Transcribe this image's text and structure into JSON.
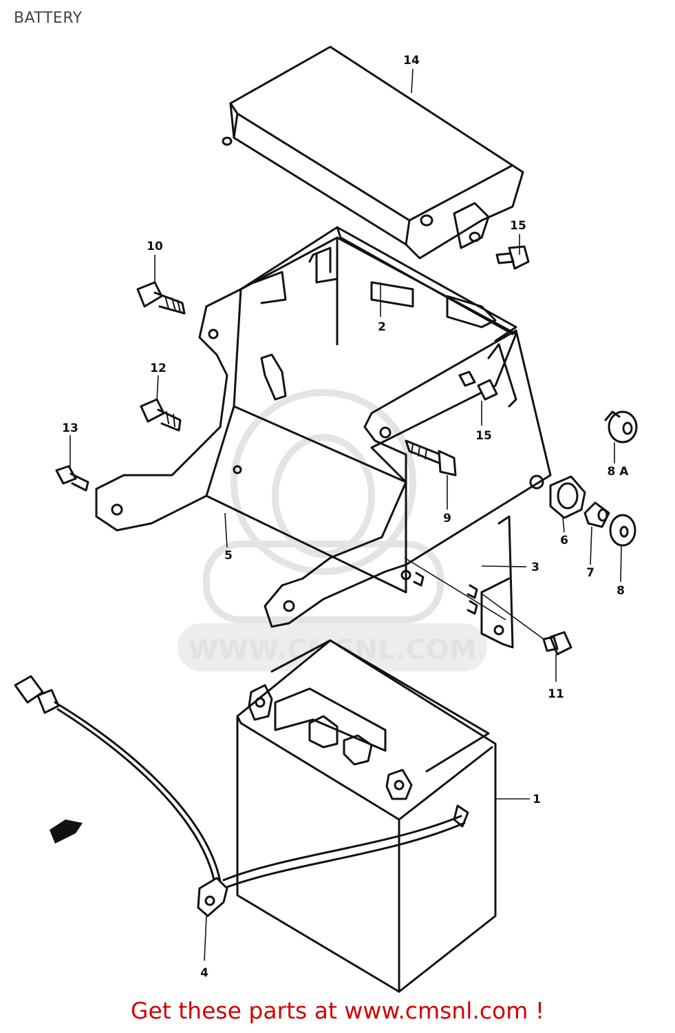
{
  "page": {
    "title": "BATTERY"
  },
  "watermark": {
    "text": "WWW.CMSNL.COM"
  },
  "callouts": [
    {
      "id": "part-1",
      "label": "1"
    },
    {
      "id": "part-2",
      "label": "2"
    },
    {
      "id": "part-3",
      "label": "3"
    },
    {
      "id": "part-4",
      "label": "4"
    },
    {
      "id": "part-5",
      "label": "5"
    },
    {
      "id": "part-6",
      "label": "6"
    },
    {
      "id": "part-7",
      "label": "7"
    },
    {
      "id": "part-8",
      "label": "8"
    },
    {
      "id": "part-8a",
      "label": "8 A"
    },
    {
      "id": "part-9",
      "label": "9"
    },
    {
      "id": "part-10",
      "label": "10"
    },
    {
      "id": "part-11",
      "label": "11"
    },
    {
      "id": "part-12",
      "label": "12"
    },
    {
      "id": "part-13",
      "label": "13"
    },
    {
      "id": "part-14",
      "label": "14"
    },
    {
      "id": "part-15a",
      "label": "15"
    },
    {
      "id": "part-15b",
      "label": "15"
    }
  ],
  "footer": {
    "text": "Get these parts at www.cmsnl.com !"
  }
}
